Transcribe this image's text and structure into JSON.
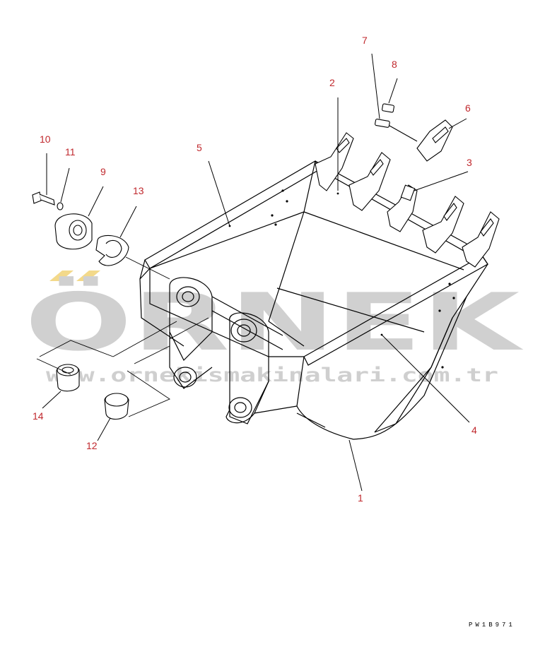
{
  "callouts": [
    {
      "id": "1",
      "label": "1"
    },
    {
      "id": "2",
      "label": "2"
    },
    {
      "id": "3",
      "label": "3"
    },
    {
      "id": "4",
      "label": "4"
    },
    {
      "id": "5",
      "label": "5"
    },
    {
      "id": "6",
      "label": "6"
    },
    {
      "id": "7",
      "label": "7"
    },
    {
      "id": "8",
      "label": "8"
    },
    {
      "id": "9",
      "label": "9"
    },
    {
      "id": "10",
      "label": "10"
    },
    {
      "id": "11",
      "label": "11"
    },
    {
      "id": "12",
      "label": "12"
    },
    {
      "id": "13",
      "label": "13"
    },
    {
      "id": "14",
      "label": "14"
    }
  ],
  "watermark": {
    "brand": "ÖRNEK",
    "url": "www.ornekismakinalari.com.tr",
    "brand_color": "#d0d0d0",
    "accent_color": "#f3d98a"
  },
  "drawing_code": "PW1B971",
  "colors": {
    "callout": "#c0282d",
    "line": "#000000"
  }
}
